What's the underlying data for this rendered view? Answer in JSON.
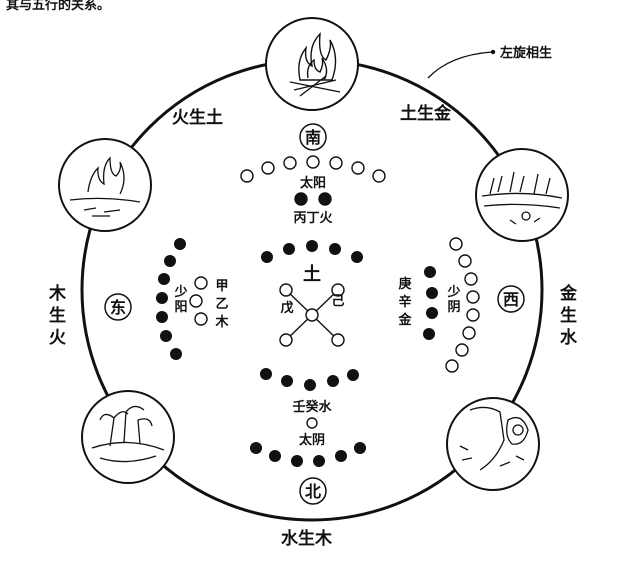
{
  "caption": "其与五行的关系。",
  "annotation": "左旋相生",
  "cycle": {
    "fire_earth": "火生土",
    "earth_metal": "土生金",
    "wood_fire": [
      "木",
      "生",
      "火"
    ],
    "metal_water": [
      "金",
      "生",
      "水"
    ],
    "water_wood": "水生木"
  },
  "directions": {
    "south": "南",
    "east": "东",
    "west": "西",
    "north": "北"
  },
  "center": {
    "earth": "土",
    "wu": "戊",
    "ji": "己"
  },
  "south_group": {
    "yinyang": "太阳",
    "stems": "丙丁火"
  },
  "north_group": {
    "stems": "壬癸水",
    "yinyang": "太阴"
  },
  "east_group": {
    "yinyang": [
      "少",
      "阳"
    ],
    "stems": [
      "甲",
      "乙",
      "木"
    ]
  },
  "west_group": {
    "stems": [
      "庚",
      "辛",
      "金"
    ],
    "yinyang": [
      "少",
      "阴"
    ]
  },
  "icons": [
    "fire-icon",
    "fire-icon",
    "field-icon",
    "plant-icon",
    "ore-icon"
  ]
}
